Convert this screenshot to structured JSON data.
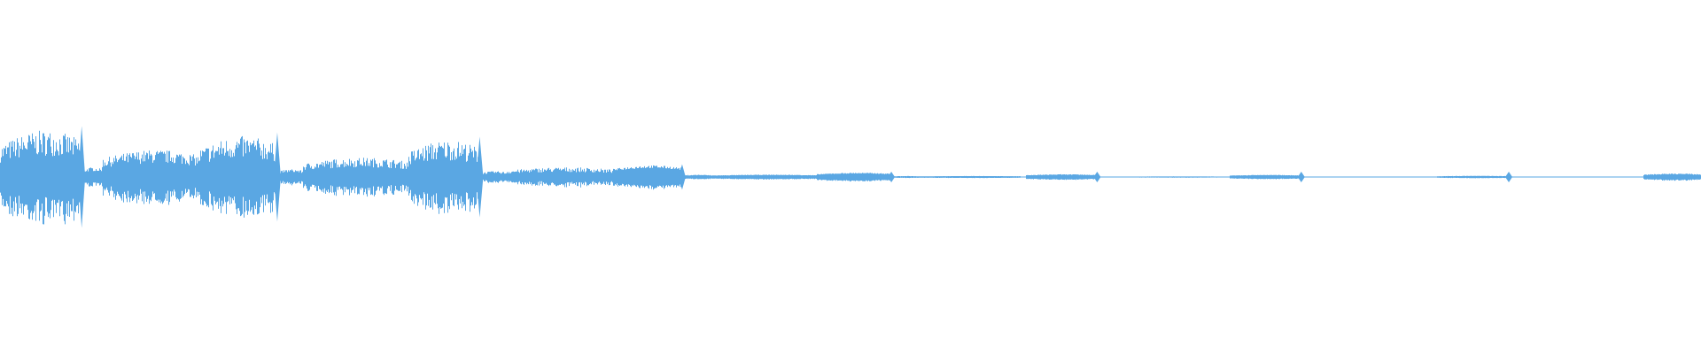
{
  "waveform": {
    "color": "#5aa7e3",
    "segments": [
      {
        "start": 0.0,
        "end": 0.048,
        "amplitude": 0.24,
        "jitter": 0.55
      },
      {
        "start": 0.048,
        "end": 0.06,
        "amplitude": 0.05,
        "jitter": 0.4
      },
      {
        "start": 0.06,
        "end": 0.117,
        "amplitude": 0.14,
        "jitter": 0.5
      },
      {
        "start": 0.117,
        "end": 0.163,
        "amplitude": 0.21,
        "jitter": 0.55
      },
      {
        "start": 0.163,
        "end": 0.178,
        "amplitude": 0.04,
        "jitter": 0.4
      },
      {
        "start": 0.178,
        "end": 0.24,
        "amplitude": 0.1,
        "jitter": 0.5
      },
      {
        "start": 0.24,
        "end": 0.282,
        "amplitude": 0.19,
        "jitter": 0.55
      },
      {
        "start": 0.282,
        "end": 0.298,
        "amplitude": 0.03,
        "jitter": 0.4
      },
      {
        "start": 0.298,
        "end": 0.36,
        "amplitude": 0.05,
        "jitter": 0.5
      },
      {
        "start": 0.36,
        "end": 0.401,
        "amplitude": 0.06,
        "jitter": 0.25
      },
      {
        "start": 0.401,
        "end": 0.418,
        "amplitude": 0.012,
        "jitter": 0.3
      },
      {
        "start": 0.418,
        "end": 0.48,
        "amplitude": 0.012,
        "jitter": 0.2
      },
      {
        "start": 0.48,
        "end": 0.524,
        "amplitude": 0.022,
        "jitter": 0.2
      },
      {
        "start": 0.524,
        "end": 0.54,
        "amplitude": 0.005,
        "jitter": 0.2
      },
      {
        "start": 0.54,
        "end": 0.6,
        "amplitude": 0.005,
        "jitter": 0.1
      },
      {
        "start": 0.603,
        "end": 0.645,
        "amplitude": 0.014,
        "jitter": 0.2
      },
      {
        "start": 0.66,
        "end": 0.718,
        "amplitude": 0.003,
        "jitter": 0.1
      },
      {
        "start": 0.723,
        "end": 0.765,
        "amplitude": 0.011,
        "jitter": 0.2
      },
      {
        "start": 0.782,
        "end": 0.822,
        "amplitude": 0.002,
        "jitter": 0.1
      },
      {
        "start": 0.832,
        "end": 0.836,
        "amplitude": 0.002,
        "jitter": 0.1
      },
      {
        "start": 0.845,
        "end": 0.887,
        "amplitude": 0.006,
        "jitter": 0.2
      },
      {
        "start": 0.904,
        "end": 0.95,
        "amplitude": 0.002,
        "jitter": 0.1
      },
      {
        "start": 0.958,
        "end": 0.96,
        "amplitude": 0.002,
        "jitter": 0.1
      },
      {
        "start": 0.966,
        "end": 1.0,
        "amplitude": 0.018,
        "jitter": 0.25
      }
    ],
    "transients": [
      0.048,
      0.163,
      0.282,
      0.401,
      0.524,
      0.645,
      0.765,
      0.887
    ]
  }
}
